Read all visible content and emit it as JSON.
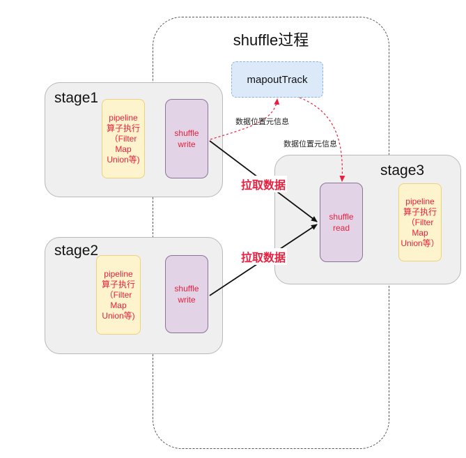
{
  "shuffle_region": {
    "title": "shuffle过程"
  },
  "mapout_track": {
    "label": "mapoutTrack"
  },
  "stages": [
    {
      "label": "stage1",
      "pipeline": "pipeline\n算子执行\n（Filter\nMap\nUnion等)",
      "shuffle": "shuffle\nwrite"
    },
    {
      "label": "stage2",
      "pipeline": "pipeline\n算子执行\n（Filter\nMap\nUnion等)",
      "shuffle": "shuffle\nwrite"
    },
    {
      "label": "stage3",
      "pipeline": "pipeline\n算子执行\n（Filter\nMap\nUnion等）",
      "shuffle": "shuffle\nread"
    }
  ],
  "edge_labels": {
    "metadata_report": "数据位置元信息",
    "metadata_fetch": "数据位置元信息",
    "pull_data_1": "拉取数据",
    "pull_data_2": "拉取数据"
  },
  "colors": {
    "accent_red": "#e8203f",
    "arrow_black": "#111111",
    "pipeline_fill": "#fdf3cc",
    "shuffle_fill": "#e2d4e6",
    "tracker_fill": "#dbe9f9"
  }
}
